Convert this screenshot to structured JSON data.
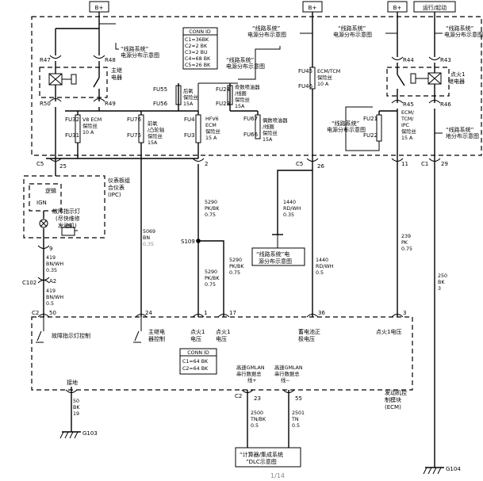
{
  "power": {
    "bplus_1": "B+",
    "bplus_2": "B+",
    "bplus_3": "B+",
    "run_start": "运行/起动"
  },
  "refs": {
    "wiring_system": "“线路系统”",
    "power_dist": "电源分布示意图",
    "power_dist_short": "电源分布示意图",
    "ground_dist": "地分布示意图",
    "power_dist_split": "源分布示意图",
    "wiring_system_ele": "“线路系统”电",
    "calculator_1": "“计算器/集成系统",
    "calculator_2": "”DLC示意图"
  },
  "conn_top": {
    "title": "CONN ID",
    "lines": [
      "C1=36BK",
      "C2=2 BK",
      "C3=2 BU",
      "C4=68 BK",
      "C5=26 BK"
    ]
  },
  "conn_bottom": {
    "title": "CONN ID",
    "lines": [
      "C1=64 BK",
      "C2=64 BK"
    ]
  },
  "relays": {
    "main_1": "主继",
    "main_2": "电器",
    "ign_1": "点火1",
    "ign_2": "继电器",
    "r47": "R47",
    "r48": "R48",
    "r50": "R50",
    "r49": "R49",
    "r44": "R44",
    "r43": "R43",
    "r45": "R45",
    "r46": "R46"
  },
  "fuses": {
    "fu32": "FU32",
    "fu31": "FU31",
    "fu32_l1": "V8 ECM",
    "fu32_l2": "保险丝",
    "fu32_l3": "10 A",
    "fu76": "FU76",
    "fu75": "FU75",
    "fu76_l1": "前氧",
    "fu76_l2": "/凸轮轴",
    "fu76_l3": "保险丝",
    "fu76_l4": "15A",
    "fu55": "FU55",
    "fu56": "FU56",
    "fu55_l1": "后氧",
    "fu55_l2": "保险丝",
    "fu55_l3": "15A",
    "fu4": "FU4",
    "fu3": "FU3",
    "fu4_l1": "HFV6",
    "fu4_l2": "ECM",
    "fu4_l3": "保险丝",
    "fu4_l4": "15 A",
    "fu24": "FU24",
    "fu23": "FU23",
    "fu24_l1": "奇数喷油器",
    "fu24_l2": "/线圈",
    "fu24_l3": "保险丝",
    "fu24_l4": "15A",
    "fu67": "FU67",
    "fu66": "FU66",
    "fu67_l1": "偶数喷油器",
    "fu67_l2": "/线圈",
    "fu67_l3": "保险丝",
    "fu67_l4": "15A",
    "fu45": "FU45",
    "fu46": "FU46",
    "fu45_l1": "ECM/TCM",
    "fu45_l2": "保险丝",
    "fu45_l3": "10 A",
    "fu21": "FU21",
    "fu22": "FU22",
    "fu21_l1": "ECM/",
    "fu21_l2": "TCM/",
    "fu21_l3": "IPC",
    "fu21_l4": "保险丝",
    "fu21_l5": "15 A"
  },
  "connectors": {
    "c5a": "C5",
    "c5a_pin": "25",
    "c5a_pin2": "2",
    "c5b": "C5",
    "c5b_pin": "26",
    "c1_top": "C1",
    "c1_top_pin": "29",
    "pin11": "11",
    "c102": "C102",
    "c102_pin": "A2",
    "pin9": "9",
    "c2_left": "C2",
    "c2_pin50": "50",
    "pin24": "24",
    "pin1": "1",
    "pin17": "17",
    "pin36": "36",
    "pin3": "3",
    "c2_bottom": "C2",
    "pin23": "23",
    "pin55": "55",
    "s109": "S109"
  },
  "ipc": {
    "title_1": "仪表板组",
    "title_2": "合仪表",
    "title_3": "(IPC)",
    "logic": "逻辑",
    "ign": "IGN",
    "mil_1": "故障指示灯",
    "mil_2": "(尽快维修",
    "mil_3": "发动机)"
  },
  "wires": {
    "w419a_1": "419",
    "w419a_2": "BN/WH",
    "w419a_3": "0.35",
    "w419b_1": "419",
    "w419b_2": "BN/WH",
    "w419b_3": "0.5",
    "w5069_1": "5069",
    "w5069_2": "BN",
    "w5069_3": "0.35",
    "w5290a_1": "5290",
    "w5290a_2": "PK/BK",
    "w5290a_3": "0.75",
    "w5290b_1": "5290",
    "w5290b_2": "PK/BK",
    "w5290b_3": "0.75",
    "w5290c_1": "5290",
    "w5290c_2": "PK/BK",
    "w5290c_3": "0.75",
    "w1440a_1": "1440",
    "w1440a_2": "RD/WH",
    "w1440a_3": "0.35",
    "w1440b_1": "1440",
    "w1440b_2": "RD/WH",
    "w1440b_3": "0.5",
    "w239_1": "239",
    "w239_2": "PK",
    "w239_3": "0.75",
    "w250_1": "250",
    "w250_2": "BK",
    "w250_3": "3",
    "w50_1": "50",
    "w50_2": "BK",
    "w50_3": "19",
    "w2500_1": "2500",
    "w2500_2": "TN/BK",
    "w2500_3": "0.5",
    "w2501_1": "2501",
    "w2501_2": "TN",
    "w2501_3": "0.5"
  },
  "ecm": {
    "mil_control": "故障指示灯控制",
    "main_relay_1": "主继电",
    "main_relay_2": "器控制",
    "ign1_v_1": "点火1",
    "ign1_v_2": "电压",
    "ign1_v_3": "点火1",
    "ign1_v_4": "电压",
    "batt_1": "蓄电池正",
    "batt_2": "极电压",
    "ign1_v_5": "点火1电压",
    "gmlan_hi_1": "高速GMLAN",
    "gmlan_hi_2": "串行数据总",
    "gmlan_hi_3": "线+",
    "gmlan_lo_1": "高速GMLAN",
    "gmlan_lo_2": "串行数据总",
    "gmlan_lo_3": "线−",
    "ground": "接地",
    "title_1": "发动机控",
    "title_2": "制模块",
    "title_3": "(ECM)"
  },
  "grounds": {
    "g103": "G103",
    "g104": "G104"
  },
  "page": {
    "number": "1/14"
  }
}
